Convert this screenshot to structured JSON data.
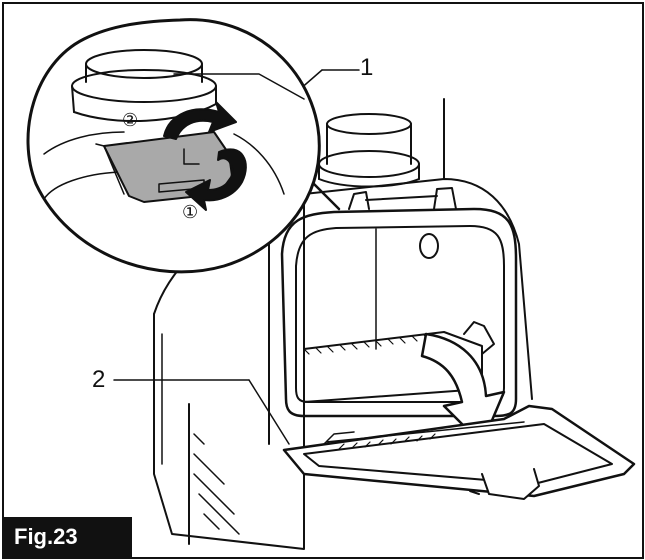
{
  "figure": {
    "label": "Fig.23",
    "callouts": [
      {
        "id": "1",
        "text": "1"
      },
      {
        "id": "2",
        "text": "2"
      }
    ],
    "steps": [
      {
        "id": "step-1",
        "text": "①"
      },
      {
        "id": "step-2",
        "text": "②"
      }
    ],
    "colors": {
      "line": "#111111",
      "latch_fill": "#a9a9a9",
      "label_bg": "#111111",
      "label_text": "#ffffff"
    }
  }
}
